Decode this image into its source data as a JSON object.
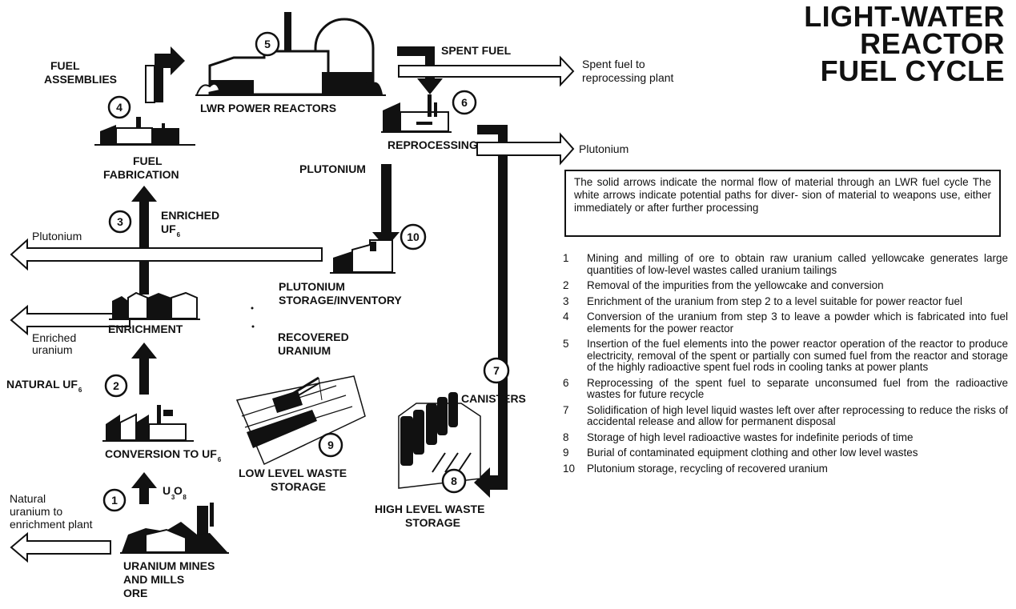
{
  "title": [
    "LIGHT-WATER",
    "REACTOR",
    "FUEL CYCLE"
  ],
  "note": "The solid arrows indicate the normal flow of material through an LWR fuel cycle  The white arrows indicate potential paths for diver- sion of material to weapons use, either immediately or after further processing",
  "labels": {
    "fuel_assemblies": [
      "FUEL",
      "ASSEMBLIES"
    ],
    "power_reactors": "LWR POWER REACTORS",
    "spent_fuel": "SPENT FUEL",
    "spent_fuel_to": [
      "Spent fuel to",
      "reprocessing plant"
    ],
    "reprocessing": "REPROCESSING",
    "plutonium_white_right": "Plutonium",
    "plutonium_caps": "PLUTONIUM",
    "fuel_fabrication": [
      "FUEL",
      "FABRICATION"
    ],
    "enriched_uf": [
      "ENRICHED",
      "UF"
    ],
    "plutonium_left": "Plutonium",
    "plutonium_storage": [
      "PLUTONIUM",
      "STORAGE/INVENTORY"
    ],
    "enrichment": "ENRICHMENT",
    "enriched_uranium": [
      "Enriched",
      "uranium"
    ],
    "recovered_uranium": [
      "RECOVERED",
      "URANIUM"
    ],
    "natural_uf": "NATURAL UF",
    "canisters": "CANISTERS",
    "conversion": "CONVERSION TO UF",
    "u3o8": "U O",
    "low_level": [
      "LOW LEVEL WASTE",
      "STORAGE"
    ],
    "high_level": [
      "HIGH LEVEL WASTE",
      "STORAGE"
    ],
    "natural_uranium": [
      "Natural",
      "uranium to",
      "enrichment plant"
    ],
    "mines": [
      "URANIUM MINES",
      "AND MILLS",
      "ORE"
    ]
  },
  "subscripts": {
    "uf6": "6",
    "u3": "3",
    "o8": "8"
  },
  "step_numbers": [
    "1",
    "2",
    "3",
    "4",
    "5",
    "6",
    "7",
    "8",
    "9",
    "10"
  ],
  "steps": [
    {
      "n": "1",
      "text": "Mining and milling of ore to obtain raw uranium  called yellowcake generates large quantities of low-level wastes called uranium tailings"
    },
    {
      "n": "2",
      "text": "Removal of the impurities from the yellowcake and conversion"
    },
    {
      "n": "3",
      "text": "Enrichment of the uranium from step 2 to a level suitable for power reactor fuel"
    },
    {
      "n": "4",
      "text": "Conversion of the uranium from step 3 to leave a powder  which is fabricated into fuel elements for the power reactor"
    },
    {
      "n": "5",
      "text": "Insertion of the fuel elements into the power reactor  operation of the reactor to produce electricity, removal of the spent or partially con sumed fuel from the reactor  and storage of the highly radioactive spent fuel rods in cooling tanks at power plants"
    },
    {
      "n": "6",
      "text": "Reprocessing of the spent fuel to separate unconsumed fuel from the radioactive wastes for future recycle"
    },
    {
      "n": "7",
      "text": "Solidification of high  level liquid wastes left over after reprocessing to reduce the risks of accidental release and allow for permanent disposal"
    },
    {
      "n": "8",
      "text": "Storage of high level radioactive wastes for indefinite periods of time"
    },
    {
      "n": "9",
      "text": "Burial of contaminated equipment  clothing and other low level wastes"
    },
    {
      "n": "10",
      "text": "Plutonium storage, recycling of recovered uranium"
    }
  ]
}
